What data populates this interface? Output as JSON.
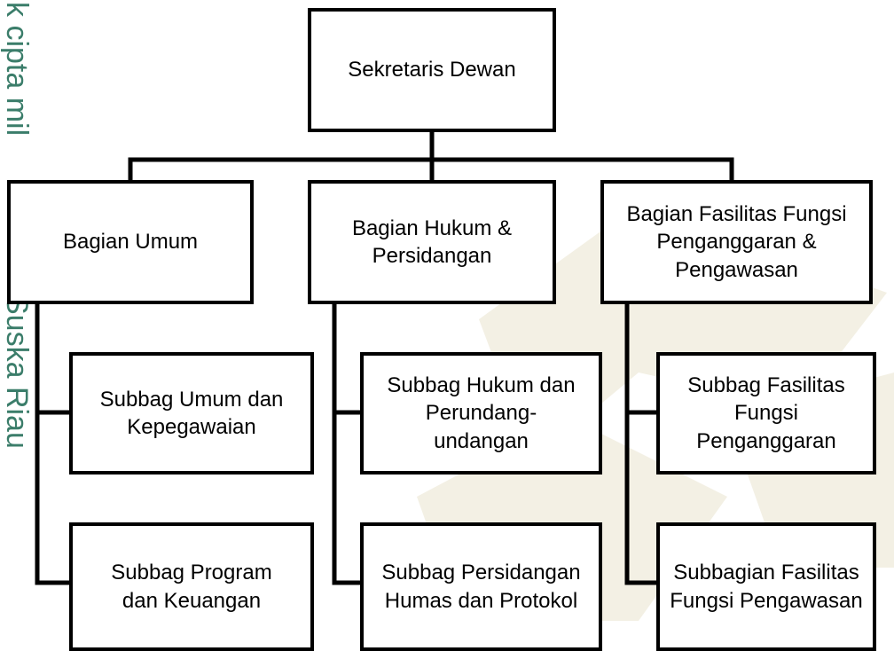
{
  "watermark": {
    "side_text": "k cipta mil",
    "side_text_2": "Suska Riau",
    "color": "#3b7d6a",
    "shape_color": "#f0ede0"
  },
  "org_chart": {
    "top": "Sekretaris Dewan",
    "departments": [
      {
        "name": "Bagian Umum",
        "subunits": [
          "Subbag Umum dan\nKepegawaian",
          "Subbag Program\ndan Keuangan"
        ]
      },
      {
        "name": "Bagian Hukum &\nPersidangan",
        "subunits": [
          "Subbag  Hukum dan\nPerundang-\nundangan",
          "Subbag Persidangan\nHumas dan Protokol"
        ]
      },
      {
        "name": "Bagian Fasilitas Fungsi\nPenganggaran &\nPengawasan",
        "subunits": [
          "Subbag Fasilitas\nFungsi\nPenganggaran",
          "Subbagian Fasilitas\nFungsi Pengawasan"
        ]
      }
    ]
  }
}
